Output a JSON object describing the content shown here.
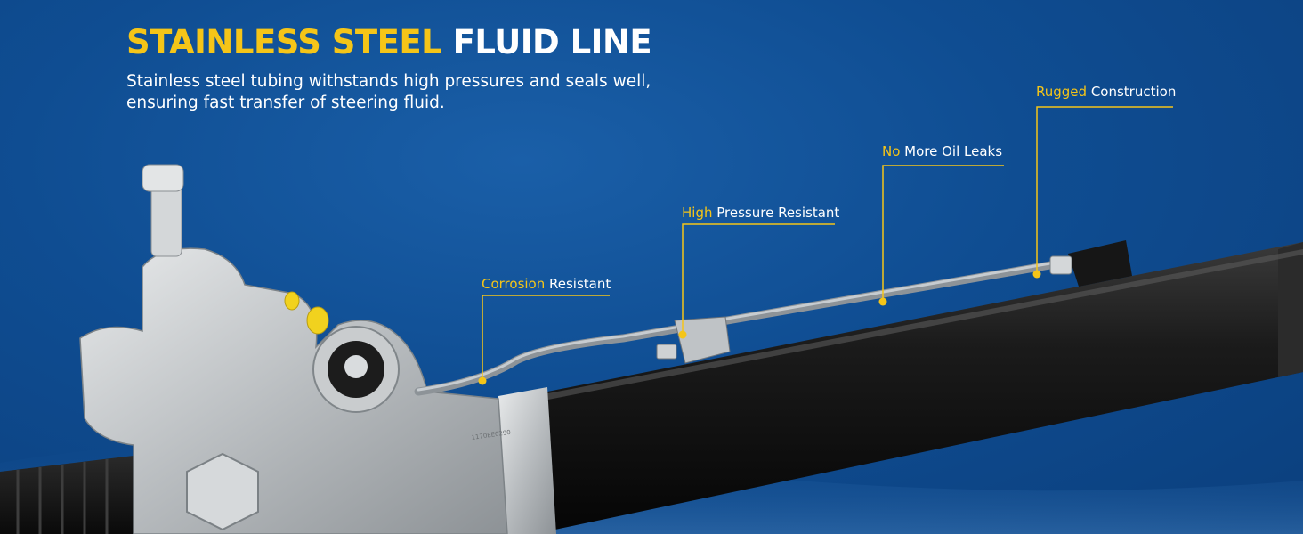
{
  "headline": {
    "accent_part": "STAINLESS STEEL",
    "main_part": "FLUID LINE"
  },
  "subtitle": {
    "line1": "Stainless steel tubing withstands high pressures and seals well,",
    "line2": "ensuring fast transfer of steering fluid."
  },
  "callouts": [
    {
      "accent": "Corrosion",
      "rest": " Resistant"
    },
    {
      "accent": "High",
      "rest": " Pressure Resistant"
    },
    {
      "accent": "No",
      "rest": " More Oil Leaks"
    },
    {
      "accent": "Rugged",
      "rest": " Construction"
    }
  ],
  "part_marking": "1170EE0290",
  "colors": {
    "accent": "#f5c518",
    "text": "#ffffff",
    "background": "#0f4d92",
    "leader": "#f5c518",
    "rack_body": "#111111",
    "housing": "#c9ccce"
  }
}
